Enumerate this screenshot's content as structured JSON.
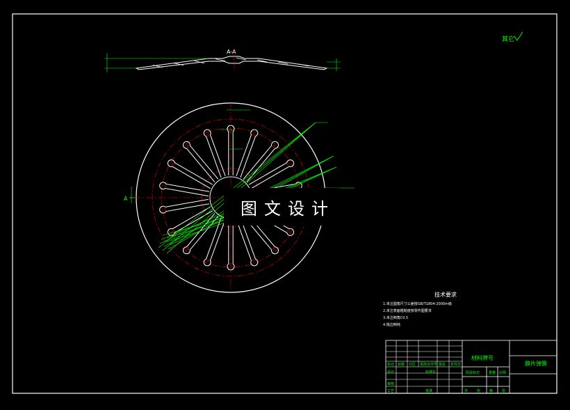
{
  "drawing": {
    "section_label": "A-A",
    "section_mark": "A",
    "roughness_note": "其它",
    "watermark_text": "图文设计",
    "tech_requirements": {
      "title": "技术要求",
      "lines": [
        "1.未注圆角尺寸公差按GB/T1804-2000m级",
        "2.未注表面粗糙度按零件图要求",
        "3.未注倒角C0.5",
        "4.锐边倒钝"
      ]
    },
    "title_block": {
      "material": "材料牌号",
      "part_name": "膜片弹簧",
      "cells": [
        "标记",
        "处数",
        "分区",
        "更改文件号",
        "签名",
        "年月日",
        "设计",
        "标准化",
        "审核",
        "工艺",
        "批准",
        "阶段标记",
        "重量",
        "比例",
        "共",
        "张",
        "第",
        "张"
      ]
    }
  },
  "colors": {
    "background": "#000000",
    "outline": "#ffffff",
    "dimension": "#00ff00",
    "centerline": "#ff0000"
  }
}
